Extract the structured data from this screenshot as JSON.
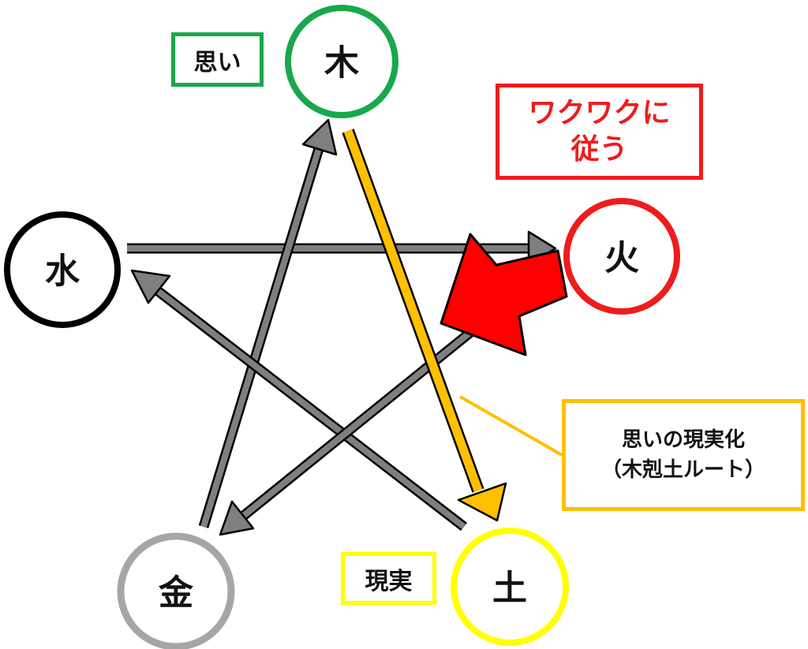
{
  "nodes": {
    "wood": {
      "label": "木",
      "color": "#19a84c"
    },
    "fire": {
      "label": "火",
      "color": "#ee1c1c"
    },
    "earth": {
      "label": "土",
      "color": "#ffff00"
    },
    "metal": {
      "label": "金",
      "color": "#a6a6a6"
    },
    "water": {
      "label": "水",
      "color": "#000000"
    }
  },
  "labels": {
    "omoi": "思い",
    "wakuwaku_line1": "ワクワクに",
    "wakuwaku_line2": "従う",
    "genjitsu": "現実",
    "route_line1": "思いの現実化",
    "route_line2": "（木剋土ルート）"
  },
  "colors": {
    "arrow_gray": "#7f7f7f",
    "arrow_gold": "#ffc000",
    "big_arrow_red": "#ff0000",
    "text_red": "#ee1c1c"
  }
}
